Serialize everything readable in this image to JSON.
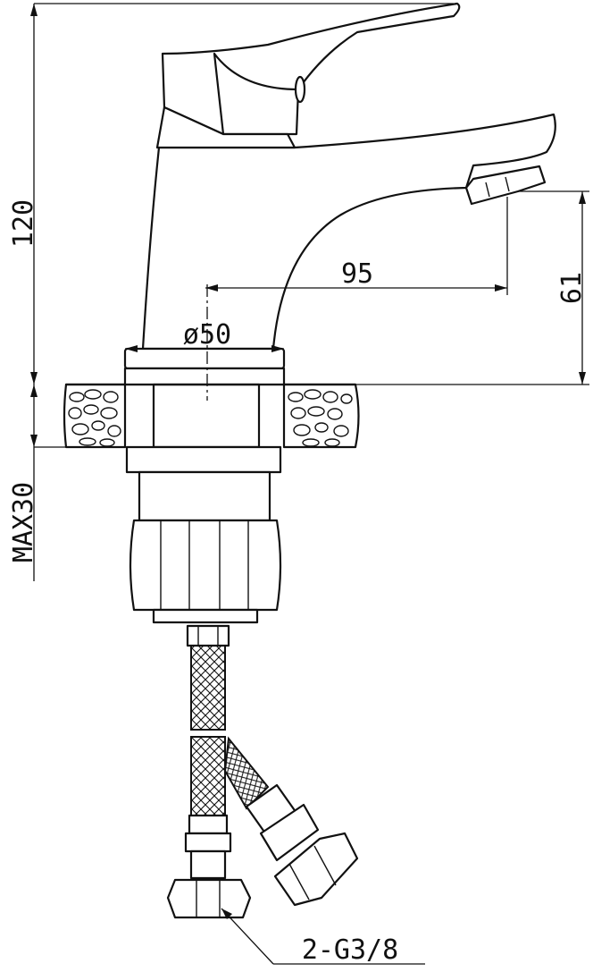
{
  "dimensions": {
    "height": "120",
    "spout_reach": "95",
    "spout_height": "61",
    "base_diameter": "ø50",
    "max_thickness": "MAX30",
    "connection": "2-G3/8"
  }
}
